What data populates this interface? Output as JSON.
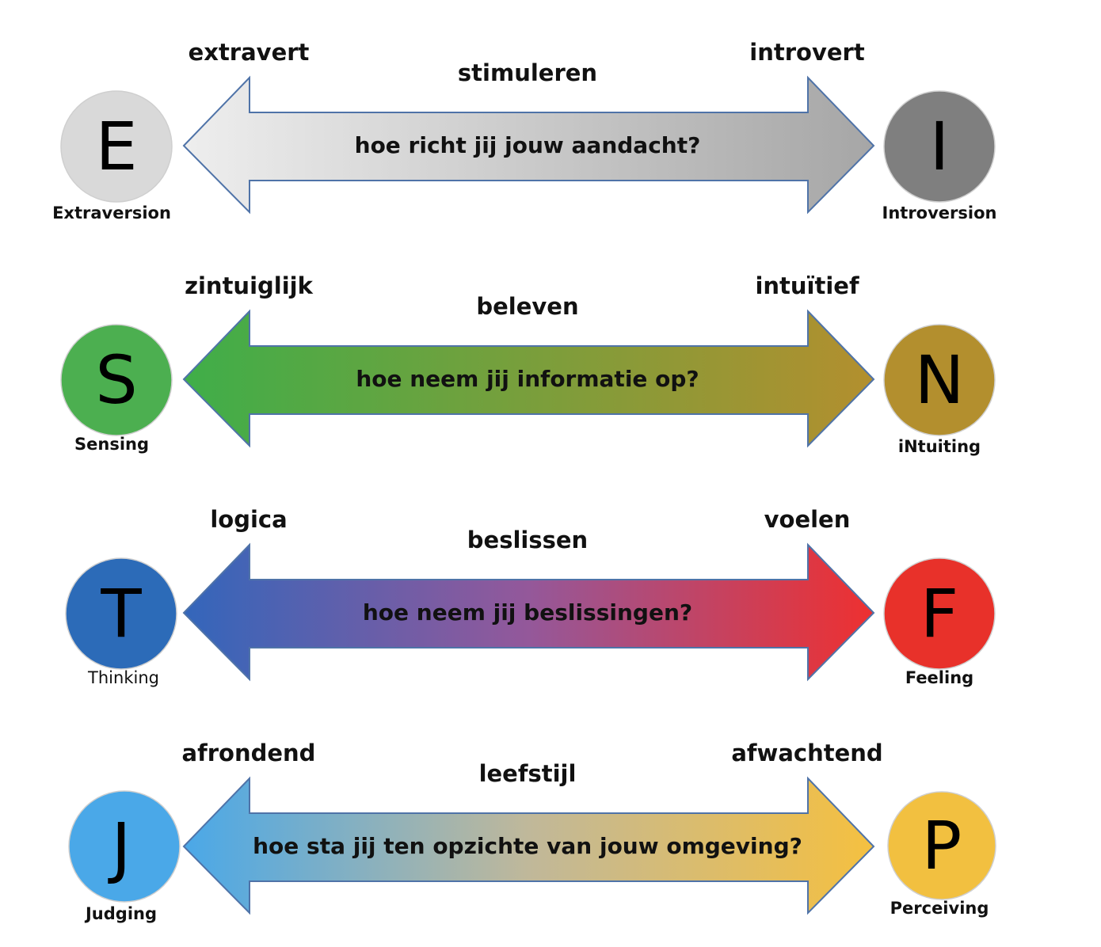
{
  "rows": [
    {
      "left_letter": "E",
      "right_letter": "I",
      "left_name": "Extraversion",
      "right_name": "Introversion",
      "left_pole": "extravert",
      "right_pole": "introvert",
      "theme": "stimuleren",
      "question": "hoe richt jij jouw aandacht?",
      "left_color": "#d9d9d9",
      "right_color": "#7f7f7f",
      "arrow_start": "#eeeeee",
      "arrow_end": "#a6a6a6"
    },
    {
      "left_letter": "S",
      "right_letter": "N",
      "left_name": "Sensing",
      "right_name": "iNtuiting",
      "left_pole": "zintuiglijk",
      "right_pole": "intuïtief",
      "theme": "beleven",
      "question": "hoe neem jij informatie op?",
      "left_color": "#4caf50",
      "right_color": "#b38f2e",
      "arrow_start": "#3fae49",
      "arrow_end": "#b38f2e"
    },
    {
      "left_letter": "T",
      "right_letter": "F",
      "left_name": "Thinking",
      "right_name": "Feeling",
      "left_pole": "logica",
      "right_pole": "voelen",
      "theme": "beslissen",
      "question": "hoe neem jij beslissingen?",
      "left_color": "#2c6bb8",
      "right_color": "#e8312a",
      "arrow_start": "#3366bb",
      "arrow_end": "#ee3030"
    },
    {
      "left_letter": "J",
      "right_letter": "P",
      "left_name": "Judging",
      "right_name": "Perceiving",
      "left_pole": "afrondend",
      "right_pole": "afwachtend",
      "theme": "leefstijl",
      "question": "hoe sta jij ten opzichte van jouw omgeving?",
      "left_color": "#4aa8e8",
      "right_color": "#f2c040",
      "arrow_start": "#4aa8e8",
      "arrow_end": "#f5c040"
    }
  ]
}
